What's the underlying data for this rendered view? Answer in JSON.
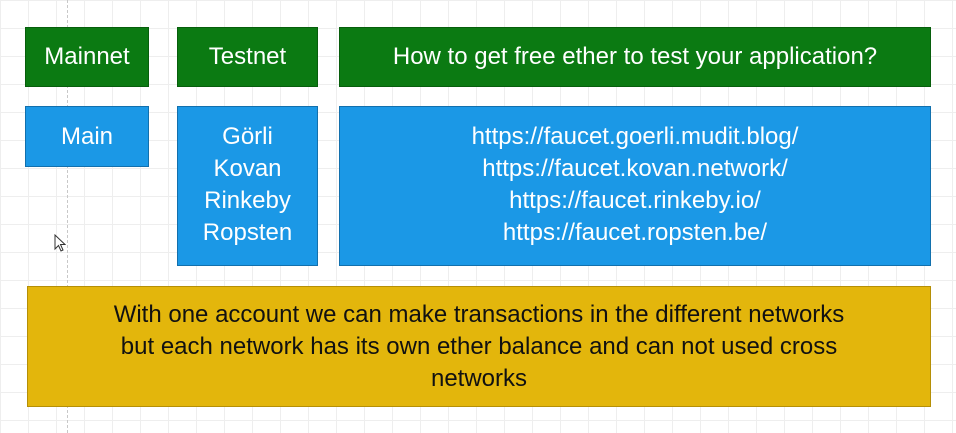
{
  "headers": {
    "mainnet": "Mainnet",
    "testnet": "Testnet",
    "faucet": "How to get free ether to test your application?"
  },
  "main_networks": [
    "Main"
  ],
  "test_networks": [
    "Görli",
    "Kovan",
    "Rinkeby",
    "Ropsten"
  ],
  "faucets": [
    "https://faucet.goerli.mudit.blog/",
    "https://faucet.kovan.network/",
    "https://faucet.rinkeby.io/",
    "https://faucet.ropsten.be/"
  ],
  "note_lines": [
    "With one account we can make transactions in the different networks",
    "but each network has its own ether balance and can not used cross",
    "networks"
  ],
  "colors": {
    "header_green": "#0b7a12",
    "box_blue": "#1b98e6",
    "note_yellow": "#e3b60c"
  }
}
